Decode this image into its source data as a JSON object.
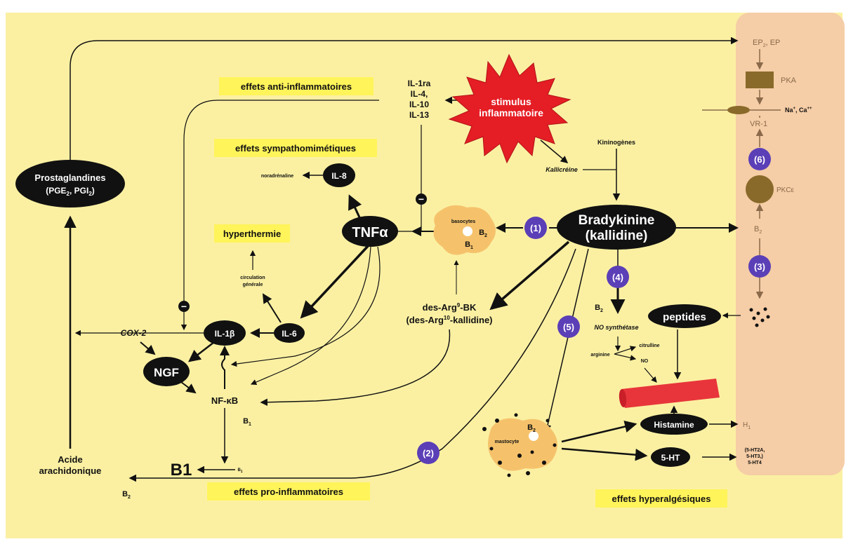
{
  "colors": {
    "page": "#ffffff",
    "panel": "#fbf0a2",
    "sidebar": "#f5cda6",
    "note_box": "#fff45a",
    "node": "#111111",
    "step_badge": "#5b3fb7",
    "vessel": "#e8353b",
    "cell": "#f5c26b",
    "sidebar_text": "#8a6a4a",
    "pka_box": "#8a6a2a",
    "pkc_circle": "#8a6a2a"
  },
  "notes": {
    "anti": "effets anti-inflammatoires",
    "sympath": "effets sympathomimétiques",
    "hyperthermie": "hyperthermie",
    "pro": "effets pro-inflammatoires",
    "hyperalg": "effets hyperalgésiques"
  },
  "stimulus": {
    "line1": "stimulus",
    "line2": "inflammatoire"
  },
  "nodes": {
    "prostaglandines_1": "Prostaglandines",
    "prostaglandines_2": "(PGE",
    "prostaglandines_2b": "2",
    "prostaglandines_2c": ", PGI",
    "prostaglandines_2d": "2",
    "prostaglandines_2e": ")",
    "il8": "IL-8",
    "tnf": "TNFα",
    "il6": "IL-6",
    "il1b": "IL-1β",
    "ngf": "NGF",
    "brady_1": "Bradykinine",
    "brady_2": "(kallidine)",
    "peptides": "peptides",
    "histamine": "Histamine",
    "ht": "5-HT"
  },
  "labels": {
    "il_list": [
      "IL-1ra",
      "IL-4,",
      "IL-10",
      "IL-13"
    ],
    "noradrenaline": "noradrénaline",
    "circulation_1": "circulation",
    "circulation_2": "générale",
    "cox2": "COX-2",
    "nfkb": "NF-κB",
    "b1_small": "B",
    "b1_small_sub": "1",
    "b1_big": "B1",
    "b1_tiny": "B",
    "b1_tiny_sub": "1",
    "acide_1": "Acide",
    "acide_2": "arachidonique",
    "b2_acide": "B",
    "b2_acide_sub": "2",
    "kininogenes": "Kininogènes",
    "kallicreine": "Kallicréine",
    "basocytes": "basocytes",
    "baso_b2": "B",
    "baso_b2_sub": "2",
    "baso_b1": "B",
    "baso_b1_sub": "1",
    "desarg_1a": "des-Arg",
    "desarg_1b": "9",
    "desarg_1c": "-BK",
    "desarg_2a": "(des-Arg",
    "desarg_2b": "10",
    "desarg_2c": "-kallidine)",
    "b2_no": "B",
    "b2_no_sub": "2",
    "no_synthase": "NO synthétase",
    "arginine": "arginine",
    "citrulline": "citrulline",
    "no": "NO",
    "mastocyte": "mastocyte",
    "masto_b2": "B",
    "masto_b2_sub": "2",
    "h1": "H",
    "h1_sub": "1",
    "receptors_1": "(5-HT2A,",
    "receptors_2": "5-HT3,)",
    "receptors_3": "5-HT4"
  },
  "steps": [
    "(1)",
    "(2)",
    "(3)",
    "(4)",
    "(5)",
    "(6)"
  ],
  "minus_sign": "−",
  "sidebar": {
    "ep2": "EP",
    "ep2_sub": "2",
    "ep2_tail": ", EP",
    "pka": "PKA",
    "na_ca": "Na",
    "na_sup": "+",
    "na_mid": ", Ca",
    "ca_sup": "++",
    "vr1": "VR-1",
    "pkc": "PKCε",
    "b2": "B",
    "b2_sub": "2"
  }
}
